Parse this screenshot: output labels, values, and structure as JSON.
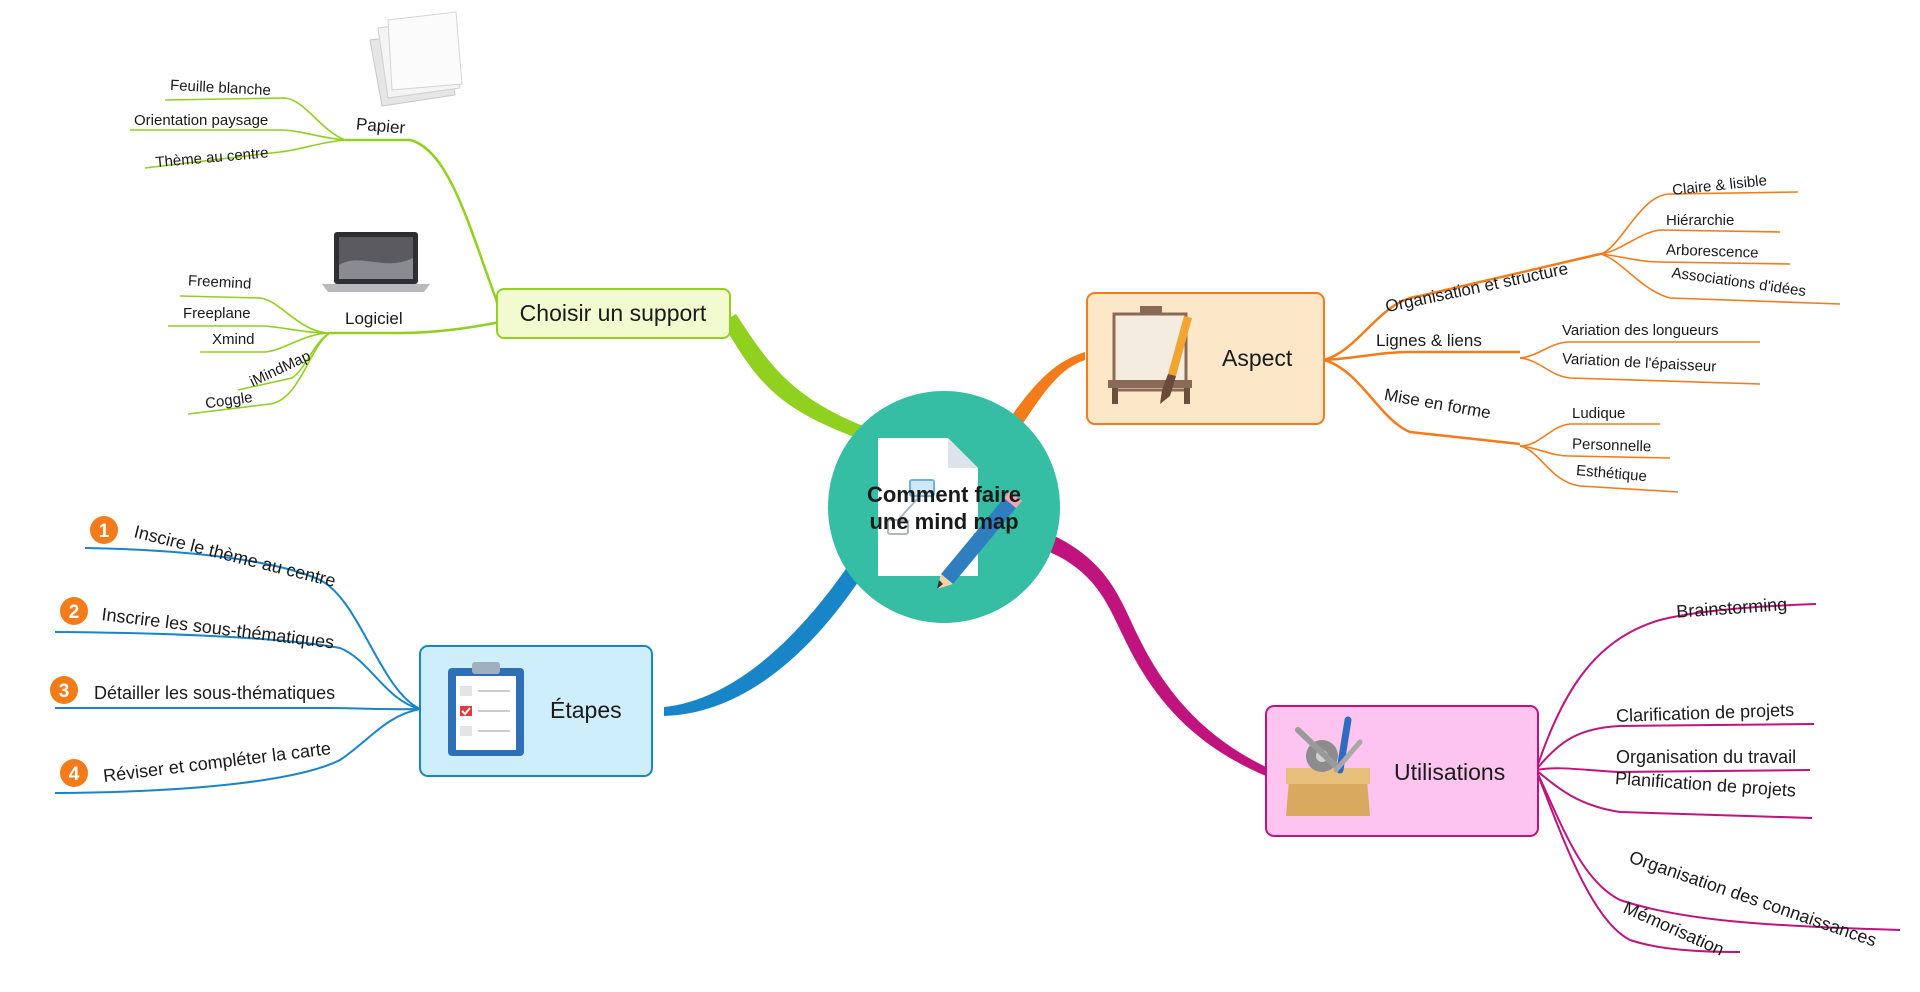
{
  "center": {
    "line1": "Comment faire",
    "line2": "une mind map",
    "color": "#35bea4"
  },
  "colors": {
    "green": "#8fd11e",
    "orange": "#f47b1a",
    "blue": "#1885c8",
    "magenta": "#c1137e"
  },
  "support": {
    "title": "Choisir un support",
    "papier": {
      "label": "Papier",
      "items": [
        "Feuille blanche",
        "Orientation paysage",
        "Thème au centre"
      ]
    },
    "logiciel": {
      "label": "Logiciel",
      "items": [
        "Freemind",
        "Freeplane",
        "Xmind",
        "iMindMap",
        "Coggle"
      ]
    }
  },
  "aspect": {
    "title": "Aspect",
    "organisation": {
      "label": "Organisation et structure",
      "items": [
        "Claire & lisible",
        "Hiérarchie",
        "Arborescence",
        "Associations d'idées"
      ]
    },
    "lignes": {
      "label": "Lignes & liens",
      "items": [
        "Variation des longueurs",
        "Variation de l'épaisseur"
      ]
    },
    "forme": {
      "label": "Mise en forme",
      "items": [
        "Ludique",
        "Personnelle",
        "Esthétique"
      ]
    }
  },
  "etapes": {
    "title": "Étapes",
    "steps": [
      {
        "num": "1",
        "label": "Inscire le thème au centre"
      },
      {
        "num": "2",
        "label": "Inscrire les sous-thématiques"
      },
      {
        "num": "3",
        "label": "Détailler les sous-thématiques"
      },
      {
        "num": "4",
        "label": "Réviser et compléter la carte"
      }
    ]
  },
  "utilisations": {
    "title": "Utilisations",
    "items": [
      "Brainstorming",
      "Clarification de projets",
      "Organisation du travail",
      "Planification de projets",
      "Organisation des connaissances",
      "Mémorisation"
    ]
  }
}
